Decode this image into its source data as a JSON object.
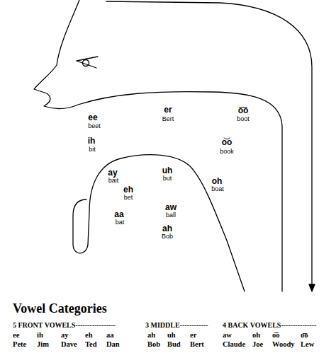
{
  "diagram": {
    "title": "Vowel Categories",
    "labels": [
      "ee",
      "beet",
      "ih",
      "bit",
      "er",
      "Bert",
      "o͞o",
      "boot",
      "o͝o",
      "book",
      "ay",
      "bait",
      "uh",
      "but",
      "oh",
      "boat",
      "eh",
      "bet",
      "aa",
      "bat",
      "aw",
      "ball",
      "ah",
      "Bob",
      "5 FRONT VOWELS-----------------",
      "3 MIDDLE------------",
      "4 BACK VOWELS---------------",
      "ee",
      "ih",
      "ay",
      "eh",
      "aa",
      "ah",
      "uh",
      "er",
      "aw",
      "oh",
      "o͝o",
      "o͞o",
      "Pete",
      "Jim",
      "Dave",
      "Ted",
      "Dan",
      "Bob",
      "Bud",
      "Bert",
      "Claude",
      "Joe",
      "Woody",
      "Lew"
    ]
  }
}
